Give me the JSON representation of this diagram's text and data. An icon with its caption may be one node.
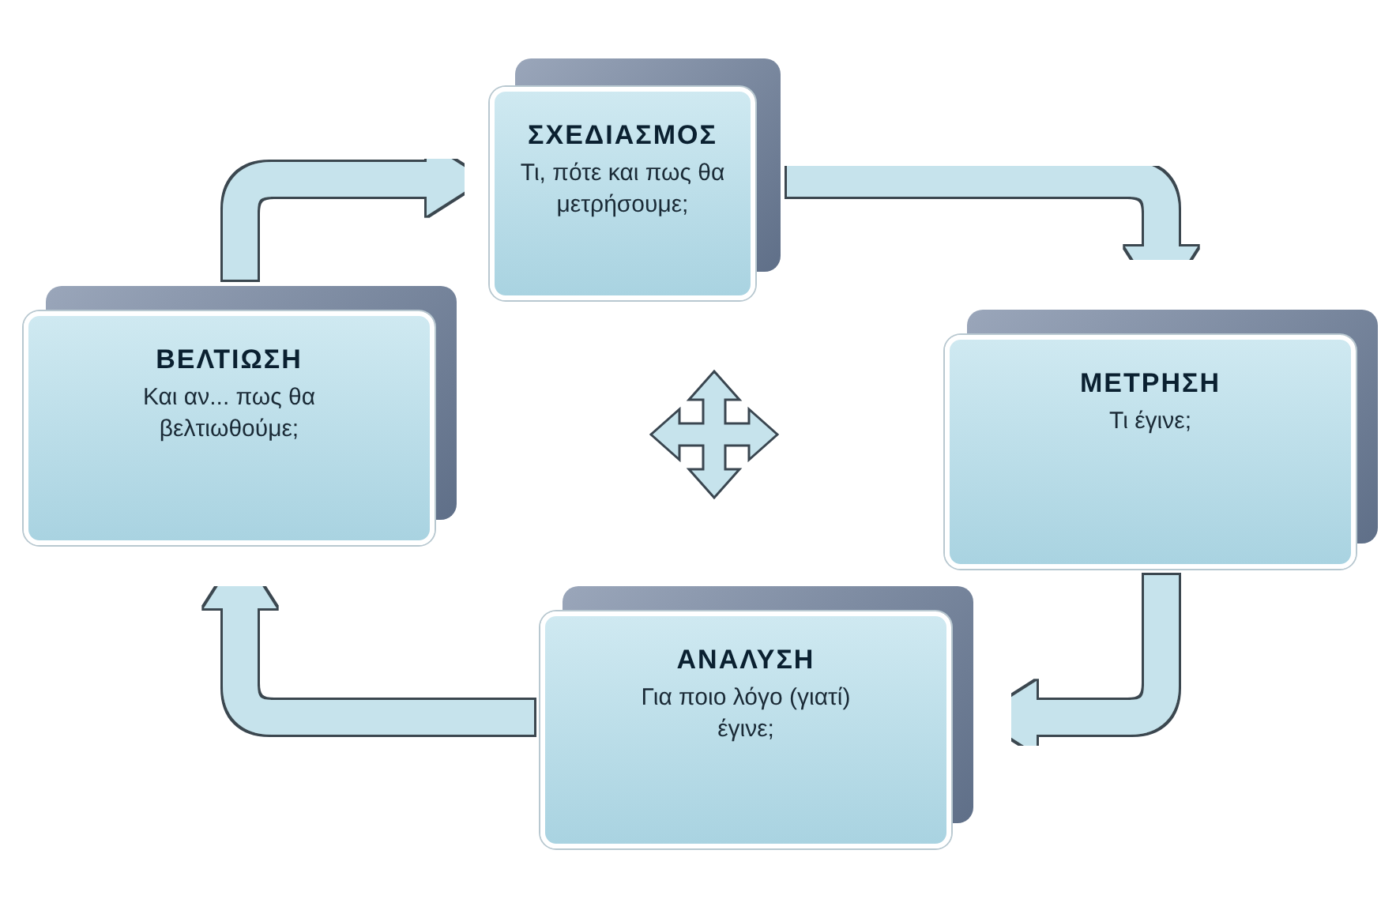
{
  "diagram": {
    "nodes": [
      {
        "text": [
          "ΣΧΕΔΙΑΣΜΟΣ",
          "Τι, πότε και πως θα μετρήσουμε;"
        ]
      },
      {
        "text": [
          "ΜΕΤΡΗΣΗ",
          "Τι έγινε;"
        ]
      },
      {
        "text": [
          "ΑΝΑΛΥΣΗ",
          "Για ποιο λόγο (γιατί) έγινε;"
        ]
      },
      {
        "text": [
          "ΒΕΛΤΙΩΣΗ",
          "Και αν... πως θα βελτιωθούμε;"
        ]
      }
    ],
    "edges": [
      {
        "from": 0,
        "to": 1,
        "arrow": "to"
      },
      {
        "from": 1,
        "to": 2,
        "arrow": "to"
      },
      {
        "from": 2,
        "to": 3,
        "arrow": "to"
      },
      {
        "from": 3,
        "to": 0,
        "arrow": "to"
      }
    ]
  }
}
